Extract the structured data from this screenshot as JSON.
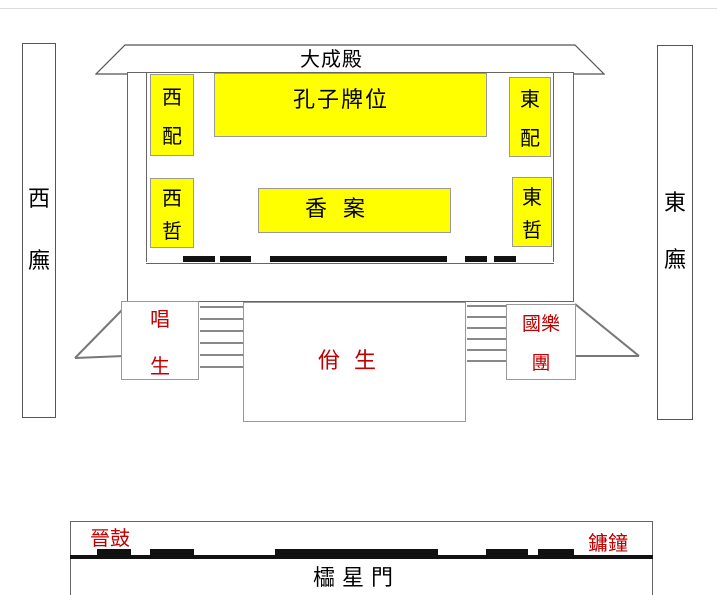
{
  "hall": {
    "name_top": "大成殿",
    "tablet": "孔子牌位",
    "altar": "香案",
    "west_pei": [
      "西",
      "配"
    ],
    "west_zhe": [
      "西",
      "哲"
    ],
    "east_pei": [
      "東",
      "配"
    ],
    "east_zhe": [
      "東",
      "哲"
    ]
  },
  "wings": {
    "west": [
      "西",
      "廡"
    ],
    "east": [
      "東",
      "廡"
    ]
  },
  "platform": {
    "singers": [
      "唱",
      "生"
    ],
    "dancers": "佾  生",
    "music": [
      "國樂",
      "團"
    ]
  },
  "gate": {
    "name": "櫺 星 門",
    "drum": "晉鼓",
    "bell": "鏞鐘"
  },
  "colors": {
    "yellow": "#ffff00",
    "red_text": "#c00000"
  }
}
